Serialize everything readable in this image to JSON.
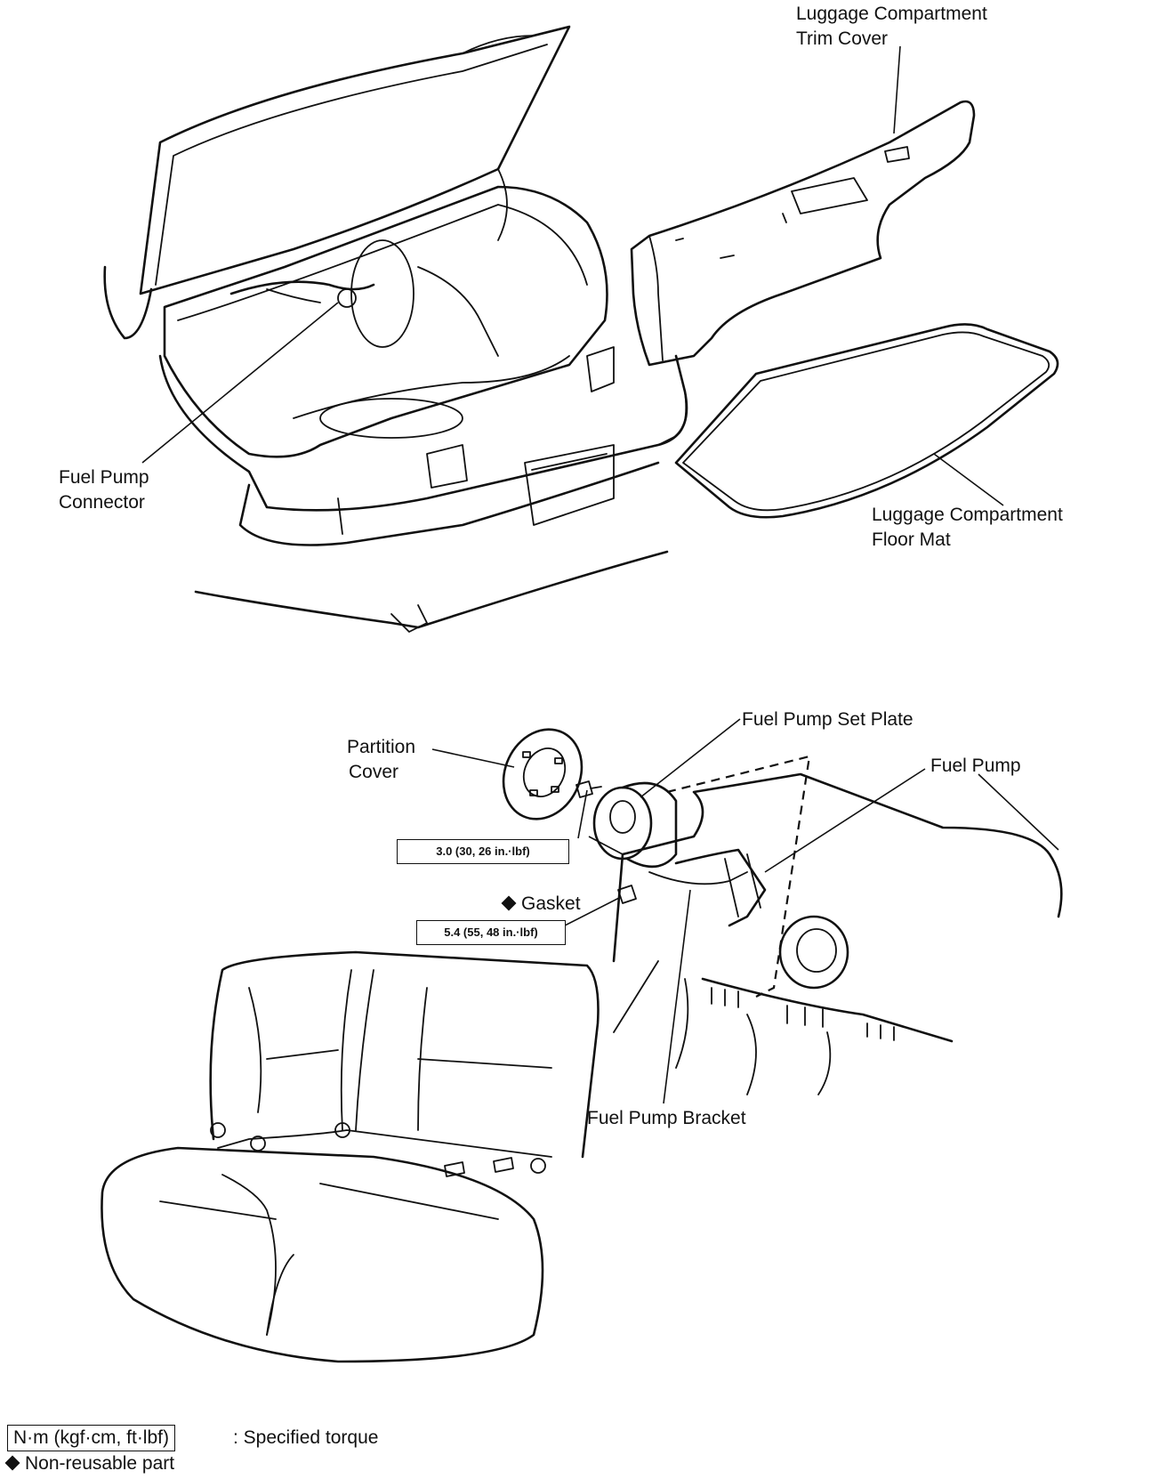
{
  "labels": {
    "trim_cover_line1": "Luggage Compartment",
    "trim_cover_line2": "Trim Cover",
    "fuel_pump_connector_line1": "Fuel Pump",
    "fuel_pump_connector_line2": "Connector",
    "floor_mat_line1": "Luggage Compartment",
    "floor_mat_line2": "Floor Mat",
    "set_plate": "Fuel Pump Set Plate",
    "partition_cover_line1": "Partition",
    "partition_cover_line2": "Cover",
    "fuel_pump": "Fuel Pump",
    "gasket": "Gasket",
    "fuel_pump_bracket": "Fuel Pump Bracket"
  },
  "torque_specs": {
    "set_plate_bolt": "3.0 (30, 26 in.·lbf)",
    "bracket_nut": "5.4 (55, 48 in.·lbf)"
  },
  "legend": {
    "torque_unit": "N·m (kgf·cm, ft·lbf)",
    "torque_meaning": ": Specified torque",
    "non_reusable": "Non-reusable part"
  }
}
